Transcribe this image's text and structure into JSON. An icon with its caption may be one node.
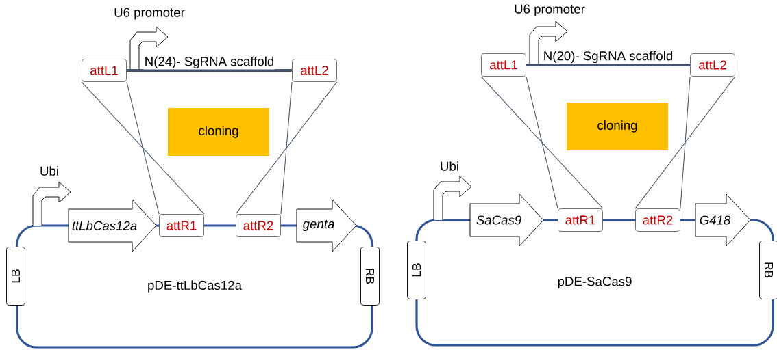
{
  "diagram": {
    "nodes": [
      {
        "text": [
          "attL1"
        ]
      },
      {
        "text": [
          "attL2"
        ]
      },
      {
        "text": [
          "cloning"
        ]
      },
      {
        "text": [
          "pDE-ttLbCas12a"
        ]
      },
      {
        "text": [
          "ttLbCas12a"
        ]
      },
      {
        "text": [
          "attR1"
        ]
      },
      {
        "text": [
          "attR2"
        ]
      },
      {
        "text": [
          "genta"
        ]
      },
      {
        "text": [
          "LB"
        ]
      },
      {
        "text": [
          "RB"
        ]
      },
      {
        "text": [
          "attL1"
        ]
      },
      {
        "text": [
          "attL2"
        ]
      },
      {
        "text": [
          "cloning"
        ]
      },
      {
        "text": [
          "pDE-SaCas9"
        ]
      },
      {
        "text": [
          "SaCas9"
        ]
      },
      {
        "text": [
          "attR1"
        ]
      },
      {
        "text": [
          "attR2"
        ]
      },
      {
        "text": [
          "G418"
        ]
      },
      {
        "text": [
          "LB"
        ]
      },
      {
        "text": [
          "RB"
        ]
      }
    ],
    "edges": [
      {
        "from": 0,
        "to": 1,
        "arrow": "none",
        "label": "N(24)- SgRNA scaffold",
        "style": "thick"
      },
      {
        "from": 0,
        "to": 5,
        "arrow": "none"
      },
      {
        "from": 0,
        "to": 5,
        "arrow": "none"
      },
      {
        "from": 1,
        "to": 6,
        "arrow": "none"
      },
      {
        "from": 1,
        "to": 6,
        "arrow": "none"
      },
      {
        "from": 10,
        "to": 11,
        "arrow": "none",
        "label": "N(20)- SgRNA scaffold",
        "style": "thick"
      },
      {
        "from": 10,
        "to": 15,
        "arrow": "none"
      },
      {
        "from": 10,
        "to": 15,
        "arrow": "none"
      },
      {
        "from": 11,
        "to": 16,
        "arrow": "none"
      },
      {
        "from": 11,
        "to": 16,
        "arrow": "none"
      }
    ],
    "labels": [
      "U6 promoter",
      "Ubi",
      "U6 promoter",
      "Ubi"
    ]
  }
}
